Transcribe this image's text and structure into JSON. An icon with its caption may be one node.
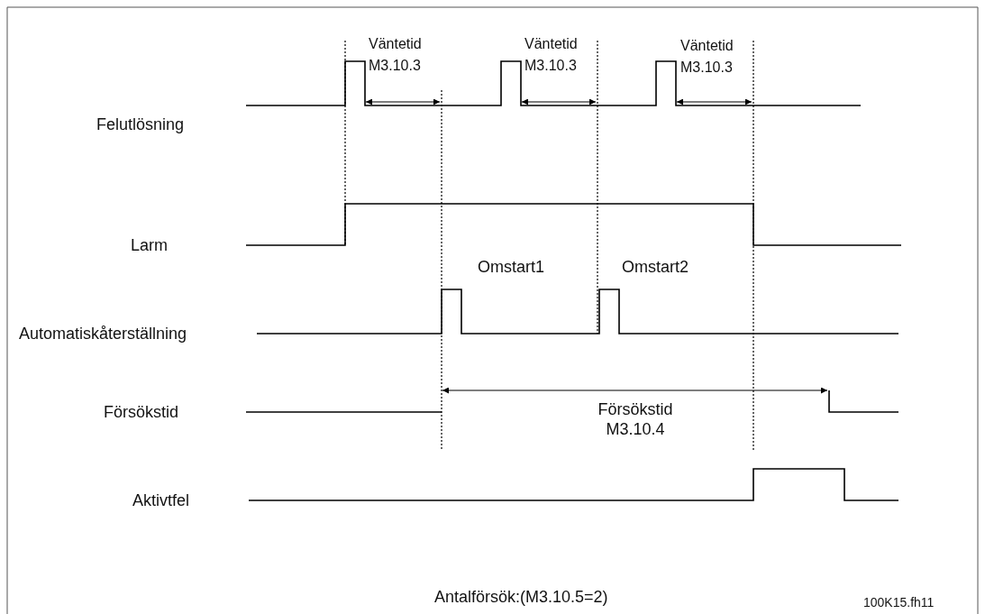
{
  "diagram": {
    "labels": [
      "Väntetid M3.10.3",
      "Väntetid M3.10.3",
      "Väntetid M3.10.3",
      "Felutlösning",
      "Larm",
      "Omstart1",
      "Omstart2",
      "Automatiskåterställning",
      "Försökstid",
      "Försökstid M3.10.4",
      "Aktivtfel",
      "Antalförsök:(M3.10.5=2)",
      "100K15.fh11"
    ]
  }
}
